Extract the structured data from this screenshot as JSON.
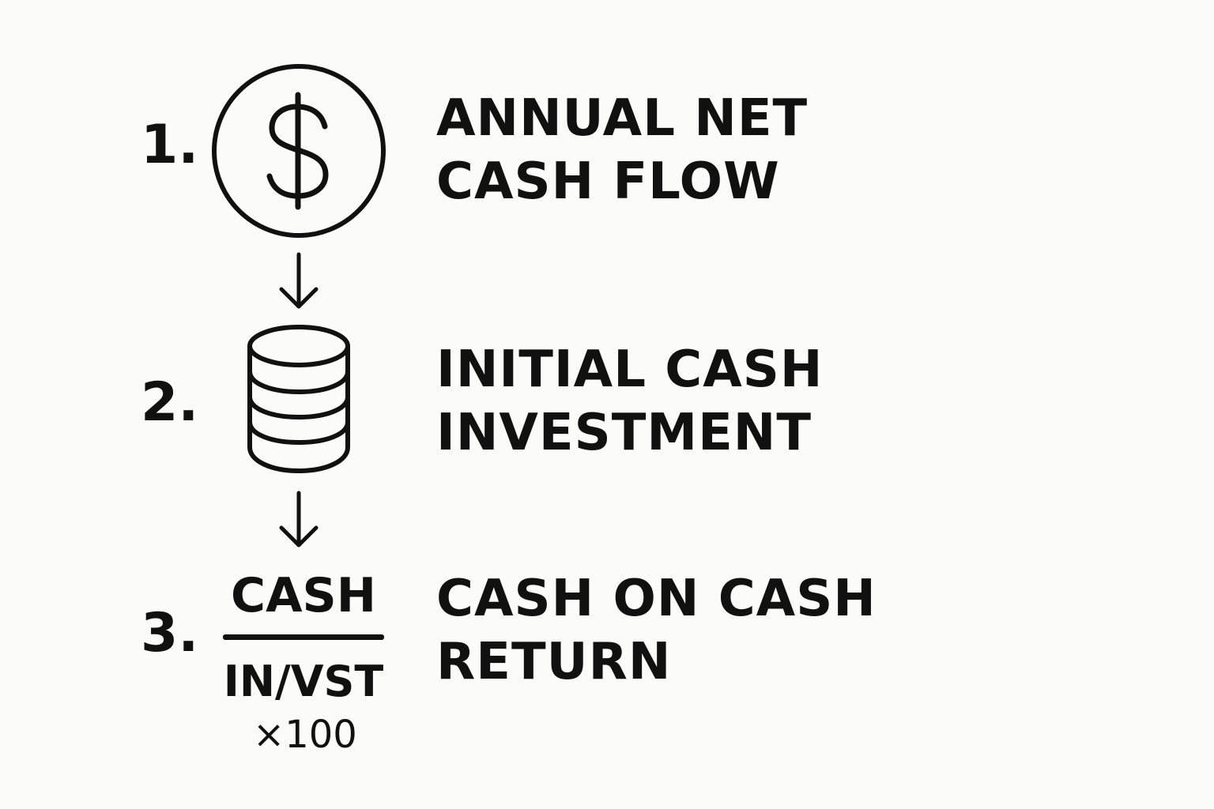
{
  "steps": [
    {
      "number": "1.",
      "icon": "dollar-coin-icon",
      "label_lines": [
        "ANNUAL NET",
        "CASH FLOW"
      ]
    },
    {
      "number": "2.",
      "icon": "coin-stack-icon",
      "label_lines": [
        "INITIAL CASH",
        "INVESTMENT"
      ]
    },
    {
      "number": "3.",
      "icon": "fraction-formula",
      "formula": {
        "numerator": "CASH",
        "denominator": "IN/VST",
        "multiplier": "×100"
      },
      "label_lines": [
        "CASH ON CASH",
        "RETURN"
      ]
    }
  ],
  "connectors": [
    "down-arrow-icon",
    "down-arrow-icon"
  ],
  "colors": {
    "ink": "#111111",
    "background": "#fbfbf9"
  }
}
